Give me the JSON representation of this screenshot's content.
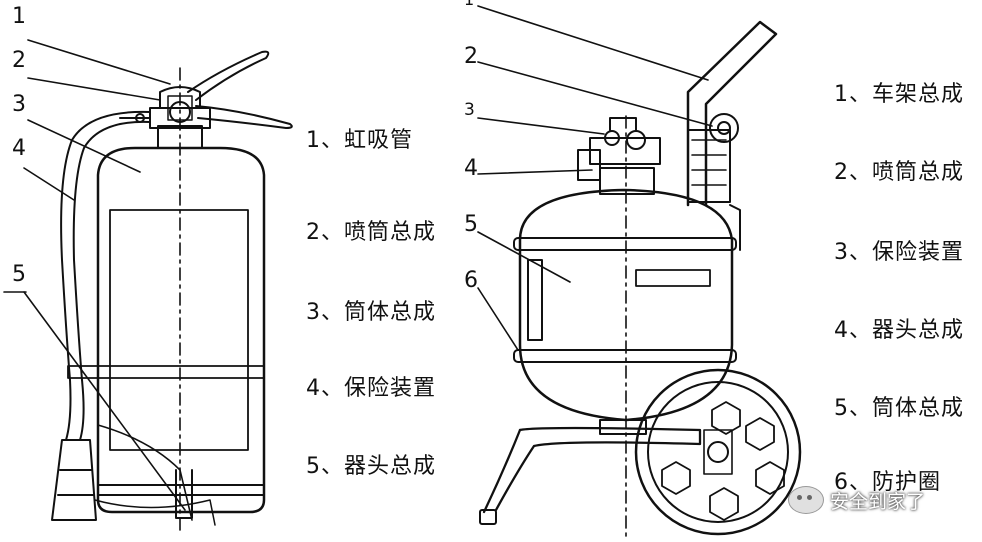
{
  "left_diagram": {
    "callout_numbers": [
      "1",
      "2",
      "3",
      "4",
      "5"
    ],
    "legend": [
      "1、虹吸管",
      "2、喷筒总成",
      "3、筒体总成",
      "4、保险装置",
      "5、器头总成"
    ]
  },
  "right_diagram": {
    "callout_numbers": [
      "1",
      "2",
      "3",
      "4",
      "5",
      "6"
    ],
    "legend": [
      "1、车架总成",
      "2、喷筒总成",
      "3、保险装置",
      "4、器头总成",
      "5、筒体总成",
      "6、防护圈"
    ]
  },
  "watermark": {
    "text": "安全到家了",
    "icon": "wechat-icon"
  }
}
